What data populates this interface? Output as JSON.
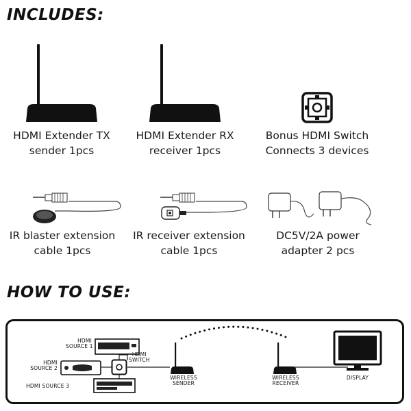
{
  "includes_heading": "INCLUDES:",
  "how_to_use_heading": "HOW TO USE:",
  "items": [
    {
      "line1": "HDMI Extender TX",
      "line2": "sender 1pcs"
    },
    {
      "line1": "HDMI Extender RX",
      "line2": "receiver 1pcs"
    },
    {
      "line1": "Bonus HDMI Switch",
      "line2": "Connects 3 devices"
    },
    {
      "line1": "IR blaster extension",
      "line2": "cable 1pcs"
    },
    {
      "line1": "IR receiver extension",
      "line2": "cable 1pcs"
    },
    {
      "line1": "DC5V/2A power",
      "line2": "adapter 2 pcs"
    }
  ],
  "diagram": {
    "source1_a": "HDMI",
    "source1_b": "SOURCE 1",
    "source2_a": "HDMI",
    "source2_b": "SOURCE 2",
    "source3": "HDMI SOURCE 3",
    "switch_a": "HDMI",
    "switch_b": "SWITCH",
    "sender_a": "WIRELESS",
    "sender_b": "SENDER",
    "receiver_a": "WIRELESS",
    "receiver_b": "RECEIVER",
    "display": "DISPLAY"
  }
}
